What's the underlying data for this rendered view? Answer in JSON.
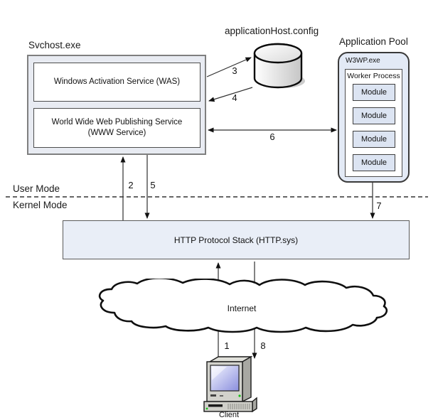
{
  "colors": {
    "box_fill": "#e8ebf2",
    "box_border": "#7f7f7f",
    "inner_fill": "#ffffff",
    "inner_border": "#4d4d4d",
    "pool_fill": "#e3eaf6",
    "module_fill": "#dce4f2",
    "http_fill": "#e9eef7",
    "line_color": "#2f2f2f"
  },
  "svchost": {
    "title": "Svchost.exe",
    "was_label": "Windows Activation Service (WAS)",
    "www_label_line1": "World Wide Web Publishing Service",
    "www_label_line2": "(WWW Service)"
  },
  "config_store": {
    "label": "applicationHost.config"
  },
  "app_pool": {
    "title": "Application Pool",
    "process_label": "W3WP.exe",
    "worker_label": "Worker Process",
    "modules": [
      "Module",
      "Module",
      "Module",
      "Module"
    ]
  },
  "modes": {
    "user": "User Mode",
    "kernel": "Kernel Mode"
  },
  "http_stack": {
    "label": "HTTP Protocol Stack (HTTP.sys)"
  },
  "internet": {
    "label": "Internet"
  },
  "client": {
    "label": "Client"
  },
  "flow_labels": {
    "n1": "1",
    "n2": "2",
    "n3": "3",
    "n4": "4",
    "n5": "5",
    "n6": "6",
    "n7": "7",
    "n8": "8"
  }
}
